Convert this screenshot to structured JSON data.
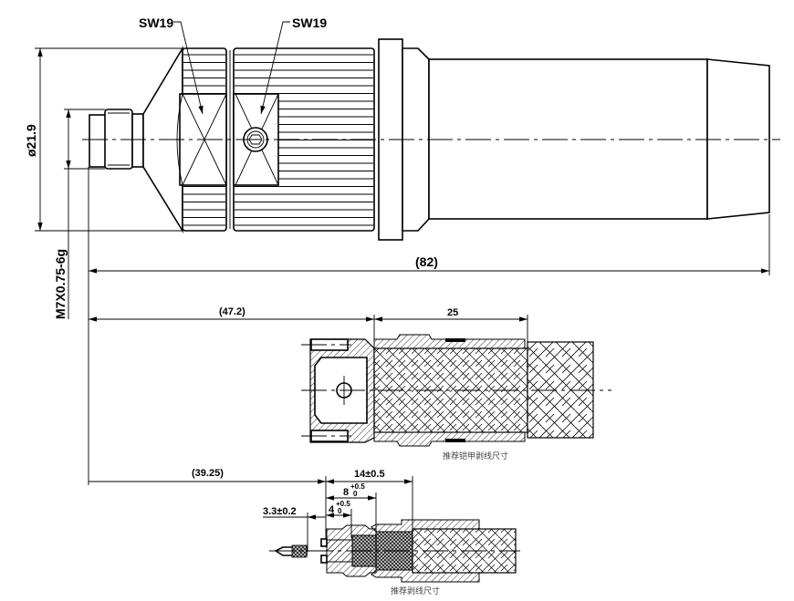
{
  "labels": {
    "wrench_size_1": "SW19",
    "wrench_size_2": "SW19",
    "diameter": "ø21.9",
    "thread": "M7X0.75-6g",
    "overall_length": "(82)",
    "armor_offset": "(47.2)",
    "armor_strip": "25",
    "armor_caption": "推荐铠甲剥线尺寸",
    "cable_offset": "(39.25)",
    "strip_jacket": "14±0.5",
    "strip_braid": "8",
    "strip_braid_tol_upper": "+0.5",
    "strip_braid_tol_lower": "0",
    "strip_dielectric": "4",
    "strip_dielectric_tol_upper": "+0.5",
    "strip_dielectric_tol_lower": "0",
    "pin_length": "3.3±0.2",
    "cable_caption": "推荐剥线尺寸"
  }
}
